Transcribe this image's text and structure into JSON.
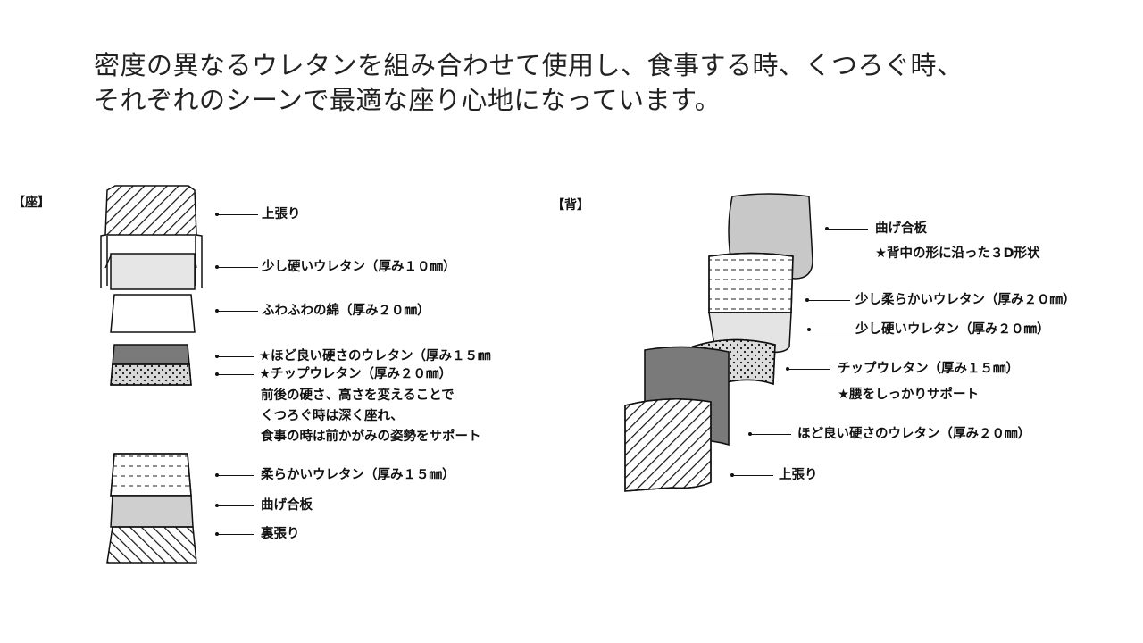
{
  "headline": {
    "line1": "密度の異なるウレタンを組み合わせて使用し、食事する時、くつろぐ時、",
    "line2": "それぞれのシーンで最適な座り心地になっています。"
  },
  "seat": {
    "section_label": "【座】",
    "labels": {
      "upholstery_top": "上張り",
      "urethan_hard_10": "少し硬いウレタン（厚み１０㎜）",
      "cotton_20": "ふわふわの綿（厚み２０㎜）",
      "urethan_medium_15": "★ほど良い硬さのウレタン（厚み１５㎜",
      "chip_urethan_20": "★チップウレタン（厚み２０㎜）",
      "note_line1": "前後の硬さ、高さを変えることで",
      "note_line2": "くつろぐ時は深く座れ、",
      "note_line3": "食事の時は前かがみの姿勢をサポート",
      "urethan_soft_15": "柔らかいウレタン（厚み１５㎜）",
      "bent_plywood": "曲げ合板",
      "upholstery_back": "裏張り"
    }
  },
  "back": {
    "section_label": "【背】",
    "labels": {
      "bent_plywood": "曲げ合板",
      "shape_3d": "★背中の形に沿った３D形状",
      "urethan_slightly_soft_20": "少し柔らかいウレタン（厚み２０㎜）",
      "urethan_hard_20": "少し硬いウレタン（厚み２０㎜）",
      "chip_urethan_15": "チップウレタン（厚み１５㎜）",
      "lumbar_support": "★腰をしっかりサポート",
      "urethan_medium_20": "ほど良い硬さのウレタン（厚み２０㎜）",
      "upholstery_top": "上張り"
    }
  },
  "colors": {
    "line": "#111111",
    "light_gray": "#e0e0e0",
    "mid_gray": "#c8c8c8",
    "dark_gray": "#7a7a7a"
  }
}
